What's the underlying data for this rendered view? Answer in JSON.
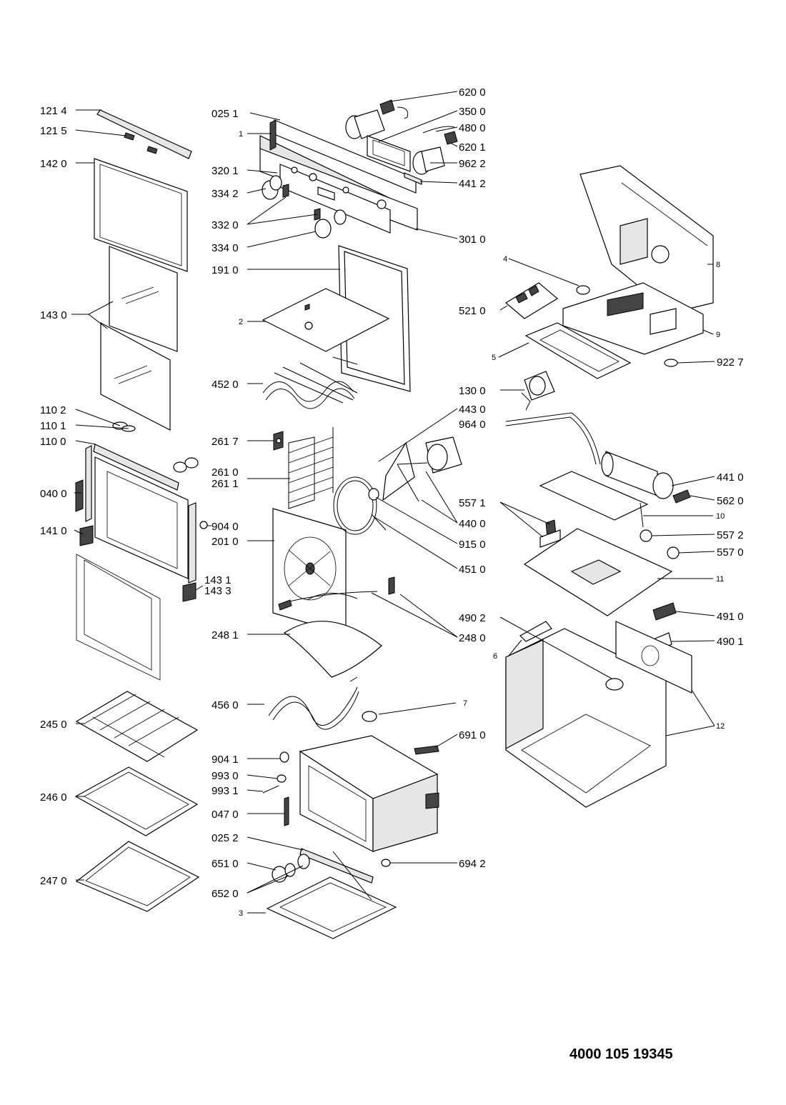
{
  "document_number": "4000 105 19345",
  "labels": {
    "l1214": "121 4",
    "l1215": "121 5",
    "l1420": "142 0",
    "l1430": "143 0",
    "l1102": "110 2",
    "l1101": "110 1",
    "l1100": "110 0",
    "l0400": "040 0",
    "l1410": "141 0",
    "l1431": "143 1",
    "l1433": "143 3",
    "l2450": "245 0",
    "l2460": "246 0",
    "l2470": "247 0",
    "l0251": "025 1",
    "n1": "1",
    "l3201": "320 1",
    "l3342": "334 2",
    "l3320": "332 0",
    "l3340": "334 0",
    "l1910": "191 0",
    "n2": "2",
    "l4520": "452 0",
    "l2617": "261 7",
    "l2610": "261 0",
    "l2611": "261 1",
    "l9040": "904 0",
    "l2010": "201 0",
    "l2481": "248 1",
    "l4560": "456 0",
    "l9041": "904 1",
    "l9930": "993 0",
    "l9931": "993 1",
    "l0470": "047 0",
    "l0252": "025 2",
    "l6510": "651 0",
    "l6520": "652 0",
    "n3": "3",
    "l6200": "620 0",
    "l3500": "350 0",
    "l4800": "480 0",
    "l6201": "620 1",
    "l9622": "962 2",
    "l4412": "441 2",
    "l3010": "301 0",
    "n4": "4",
    "n8": "8",
    "l5210": "521 0",
    "n9": "9",
    "n5": "5",
    "l9227": "922 7",
    "l1300": "130 0",
    "l4430": "443 0",
    "l9640": "964 0",
    "l4410": "441 0",
    "l5620": "562 0",
    "l5571": "557 1",
    "n10": "10",
    "l4400": "440 0",
    "l5572": "557 2",
    "l9150": "915 0",
    "l5570": "557 0",
    "l4510": "451 0",
    "n11": "11",
    "l4910": "491 0",
    "l4902": "490 2",
    "l2480": "248 0",
    "l4901": "490 1",
    "n6": "6",
    "n7": "7",
    "l6910": "691 0",
    "n12": "12",
    "l6942": "694 2"
  }
}
